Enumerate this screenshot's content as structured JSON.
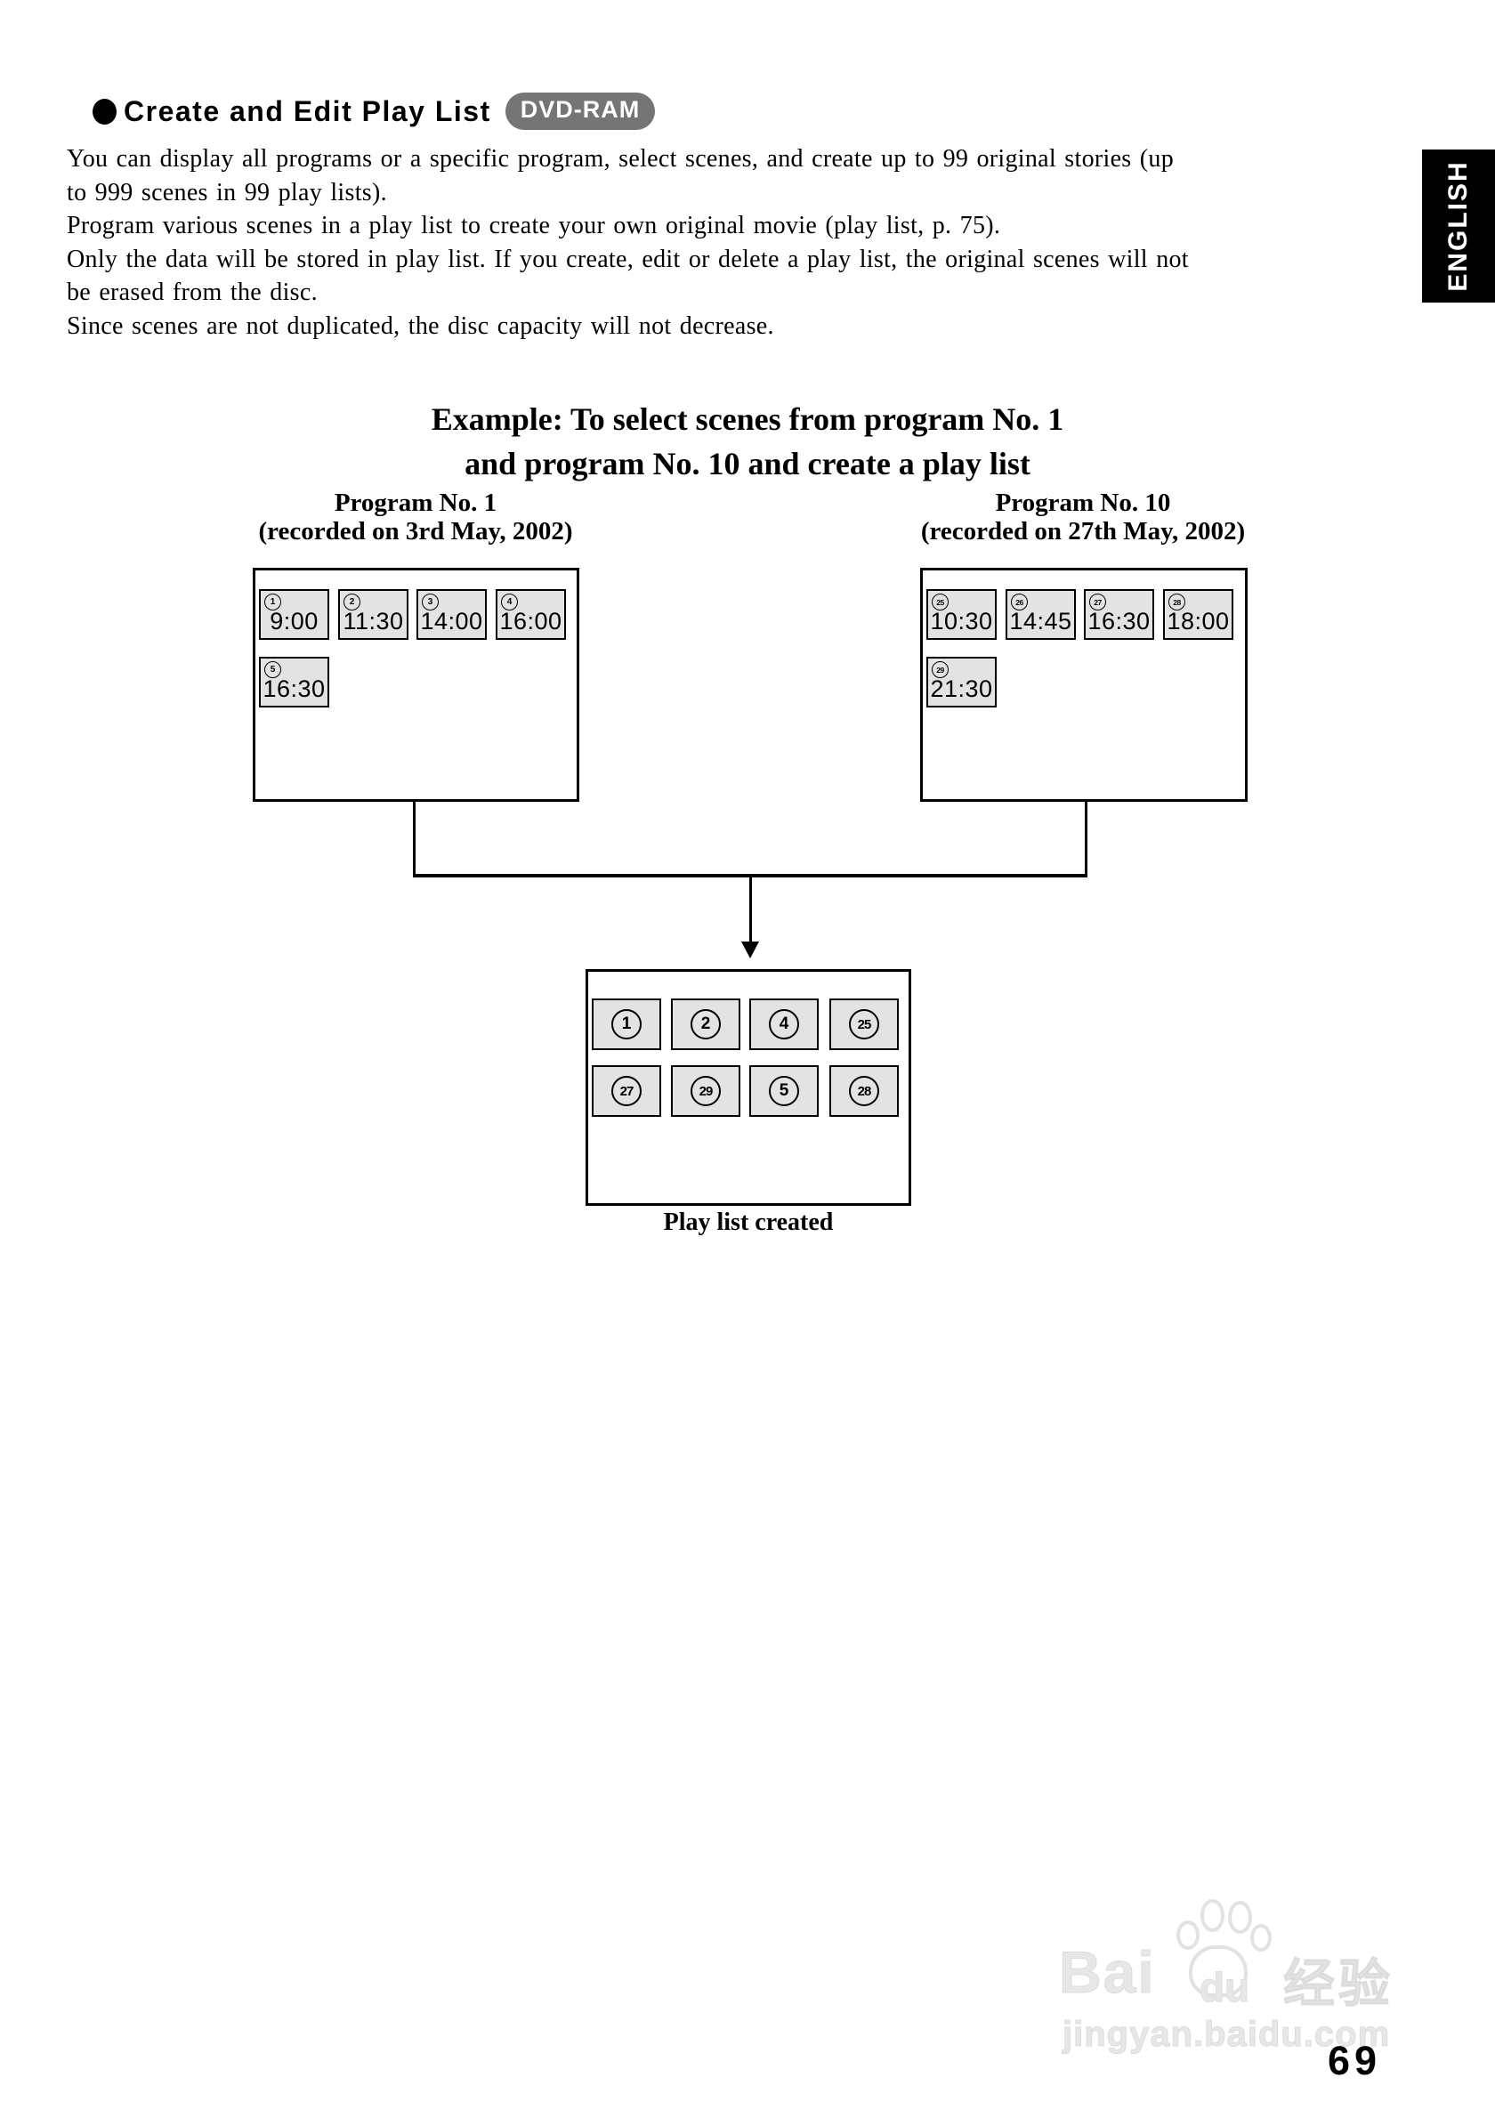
{
  "header": {
    "title": "Create and Edit Play List",
    "badge": "DVD-RAM"
  },
  "sidebar": {
    "language": "ENGLISH"
  },
  "intro": {
    "text": "You can display all programs or a specific program, select scenes, and create up to 99 original stories (up\nto 999 scenes in 99 play lists).\nProgram various scenes in a play list to create your own original movie (play list, p. 75).\nOnly the data will be stored in play list. If you create, edit or delete a play list, the original scenes will not\nbe erased from the disc.\nSince scenes are not duplicated, the disc capacity will not decrease."
  },
  "example": {
    "line1": "Example: To select scenes from program No. 1",
    "line2": "and program No. 10 and create a play list"
  },
  "program1": {
    "title": "Program No. 1",
    "subtitle": "(recorded on 3rd May, 2002)",
    "scenes": [
      {
        "num": "1",
        "time": "9:00"
      },
      {
        "num": "2",
        "time": "11:30"
      },
      {
        "num": "3",
        "time": "14:00"
      },
      {
        "num": "4",
        "time": "16:00"
      },
      {
        "num": "5",
        "time": "16:30"
      }
    ]
  },
  "program10": {
    "title": "Program No. 10",
    "subtitle": "(recorded on 27th May, 2002)",
    "scenes": [
      {
        "num": "25",
        "time": "10:30"
      },
      {
        "num": "26",
        "time": "14:45"
      },
      {
        "num": "27",
        "time": "16:30"
      },
      {
        "num": "28",
        "time": "18:00"
      },
      {
        "num": "29",
        "time": "21:30"
      }
    ]
  },
  "playlist": {
    "caption": "Play list created",
    "scenes": [
      "1",
      "2",
      "4",
      "25",
      "27",
      "29",
      "5",
      "28"
    ]
  },
  "watermark": {
    "brand": "Bai",
    "brand2": "du",
    "cjk": "经验",
    "url": "jingyan.baidu.com"
  },
  "page": {
    "number": "69"
  },
  "colors": {
    "badge_bg": "#757575",
    "scene_cell_bg": "#e3e3e3",
    "language_tab_bg": "#000000",
    "watermark": "#e2e2e2"
  }
}
